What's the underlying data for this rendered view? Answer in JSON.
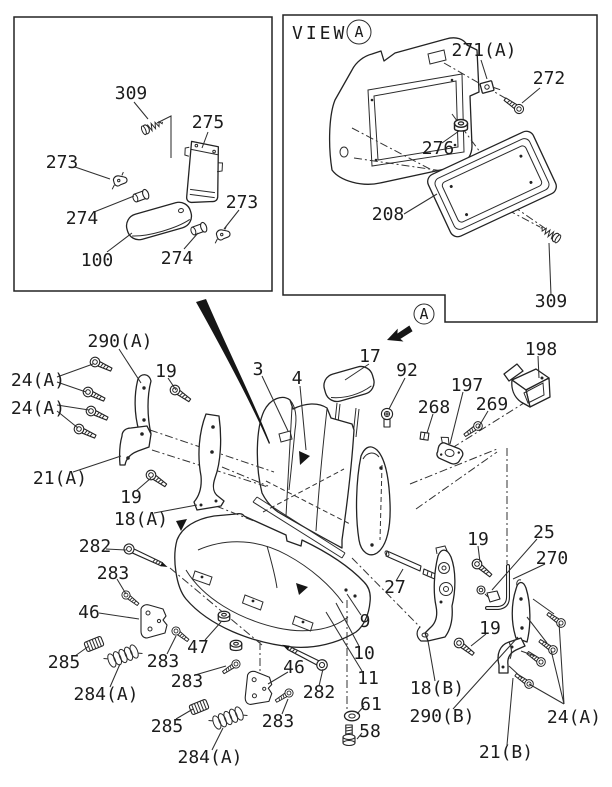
{
  "colors": {
    "ink": "#232323",
    "background": "#ffffff"
  },
  "insets": {
    "armrest": {
      "callouts": [
        "309",
        "275",
        "273",
        "274",
        "100",
        "274",
        "273"
      ]
    },
    "view_a": {
      "title": "VIEW",
      "view_marker": "A",
      "callouts": [
        "271(A)",
        "272",
        "276",
        "208",
        "309"
      ]
    }
  },
  "view_indicator": {
    "letter": "A"
  },
  "main": {
    "callouts": [
      "290(A)",
      "24(A)",
      "24(A)",
      "21(A)",
      "19",
      "19",
      "18(A)",
      "3",
      "4",
      "17",
      "92",
      "268",
      "197",
      "269",
      "198",
      "282",
      "283",
      "46",
      "285",
      "284(A)",
      "283",
      "47",
      "283",
      "285",
      "284(A)",
      "46",
      "283",
      "282",
      "9",
      "10",
      "11",
      "61",
      "58",
      "27",
      "19",
      "25",
      "270",
      "19",
      "18(B)",
      "290(B)",
      "21(B)",
      "24(A)"
    ]
  }
}
